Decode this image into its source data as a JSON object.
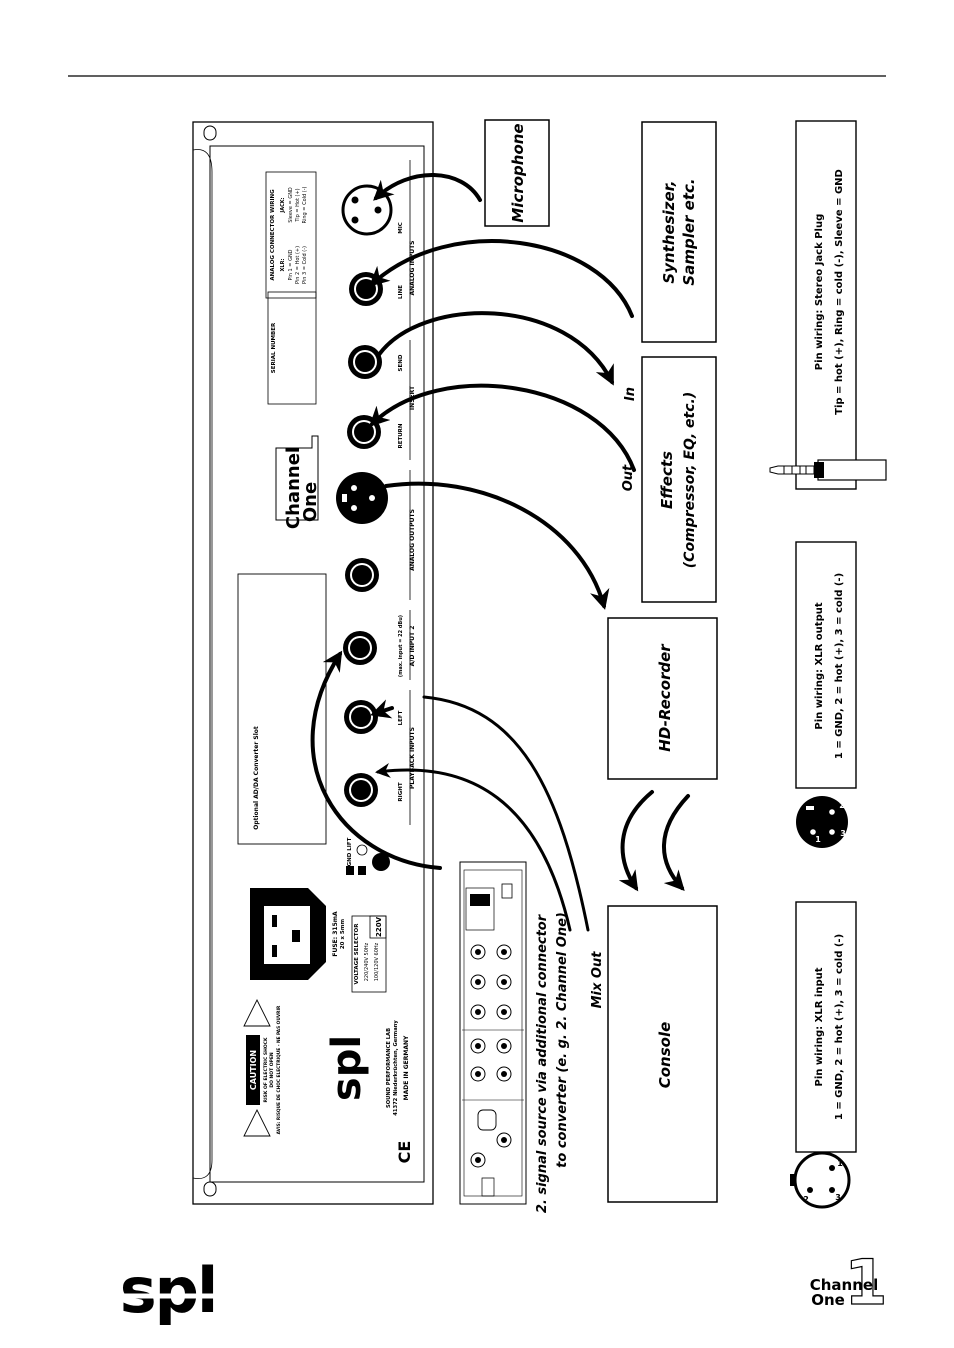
{
  "diagram": {
    "boxes": {
      "microphone": "Microphone",
      "synth_line1": "Synthesizer,",
      "synth_line2": "Sampler etc.",
      "effects_line1": "Effects",
      "effects_line2": "(Compressor, EQ, etc.)",
      "hd_recorder": "HD-Recorder",
      "console": "Console"
    },
    "flow_labels": {
      "in": "In",
      "out": "Out",
      "mix_out": "Mix Out"
    },
    "second_source_line1": "2. signal source via additional connector",
    "second_source_line2": "to converter (e. g. 2. Channel One)",
    "panel": {
      "connector_wiring_title": "ANALOG CONNECTOR WIRING",
      "xlr_title": "XLR:",
      "xlr_pins": [
        "Pin 1 = GND",
        "Pin 2 = Hot (+)",
        "Pin 3 = Cold (-)"
      ],
      "jack_title": "JACK:",
      "jack_pins": [
        "Sleeve = GND",
        "Tip = Hot (+)",
        "Ring = Cold (-)"
      ],
      "serial_number": "SERIAL NUMBER",
      "mic": "MIC",
      "line": "LINE",
      "analog_inputs": "ANALOG INPUTS",
      "send": "SEND",
      "return": "RETURN",
      "insert": "INSERT",
      "analog_outputs": "ANALOG OUTPUTS",
      "ad_input_2": "A/D INPUT 2",
      "max_input": "(max. input = 22 dBu)",
      "left": "LEFT",
      "right": "RIGHT",
      "playback_inputs": "PLAYBACK INPUTS",
      "converter_slot": "Optional AD/DA Converter Slot",
      "gnd_lift": "GND LIFT",
      "fuse_line1": "FUSE: 315mA",
      "fuse_line2": "20 x 5mm",
      "voltage_selector": "VOLTAGE SELECTOR",
      "voltage_a": "220/240V 50Hz",
      "voltage_b": "100/120V 60Hz",
      "voltage_setting": "220V",
      "caution": "CAUTION",
      "caution_line1": "RISK OF ELECTRIC SHOCK",
      "caution_line2": "DO NOT OPEN",
      "caution_line3": "AVIS: RISQUE DE CHOC ELECTRIQUE - NE PAS OUVRIR",
      "company_line1": "SOUND PERFORMANCE LAB",
      "company_line2": "41372 Niederkrüchten, Germany",
      "made_in": "MADE IN GERMANY",
      "ce_mark": "CE",
      "brand": "spl",
      "product_line1": "Channel",
      "product_line2": "One"
    },
    "pin_wiring": {
      "jack_line1": "Pin wiring: Stereo Jack Plug",
      "jack_line2": "Tip = hot (+), Ring = cold (-), Sleeve = GND",
      "xlr_out_line1": "Pin wiring: XLR output",
      "xlr_out_line2": "1 = GND, 2 = hot (+), 3 = cold (-)",
      "xlr_in_line1": "Pin wiring: XLR input",
      "xlr_in_line2": "1 = GND, 2 = hot (+), 3 = cold (-)",
      "pin_1": "1",
      "pin_2": "2",
      "pin_3": "3"
    }
  },
  "footer": {
    "brand": "spl",
    "product_line1": "Channel",
    "product_line2": "One",
    "product_numeral": "1"
  }
}
